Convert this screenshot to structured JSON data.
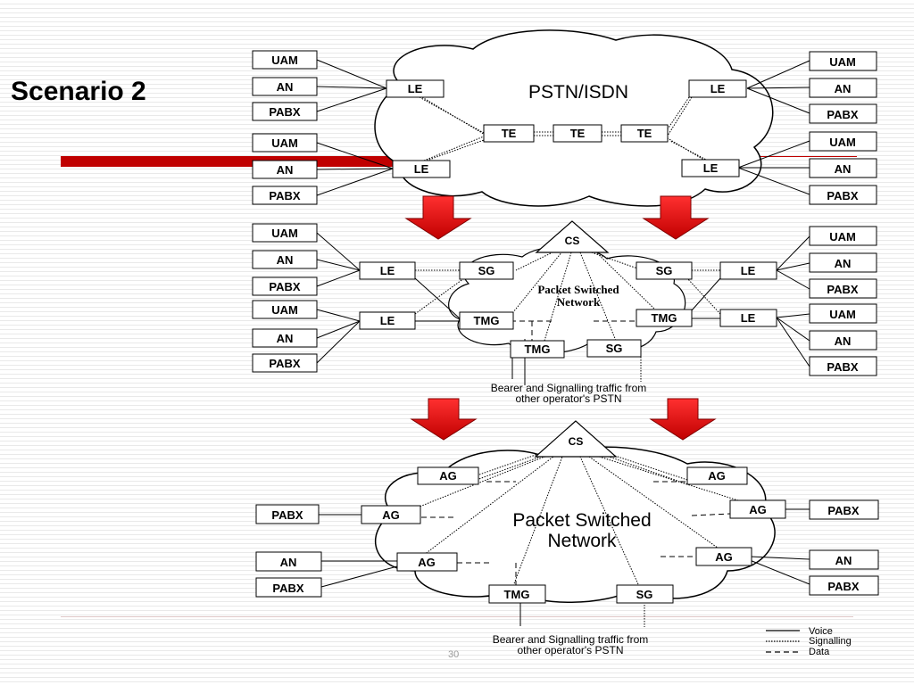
{
  "slide": {
    "title": "Scenario 2",
    "page_number": "30"
  },
  "labels": {
    "pstn_isdn": "PSTN/ISDN",
    "packet_switched": "Packet Switched",
    "network": "Network",
    "bearer_line1": "Bearer and Signalling traffic from",
    "bearer_line2": "other operator's PSTN"
  },
  "boxes": {
    "uam": "UAM",
    "an": "AN",
    "pabx": "PABX",
    "le": "LE",
    "te": "TE",
    "cs": "CS",
    "sg": "SG",
    "tmg": "TMG",
    "ag": "AG"
  },
  "legend": {
    "voice": "Voice",
    "signalling": "Signalling",
    "data": "Data"
  },
  "colors": {
    "accent": "#c00000",
    "arrow": "#e01010"
  }
}
